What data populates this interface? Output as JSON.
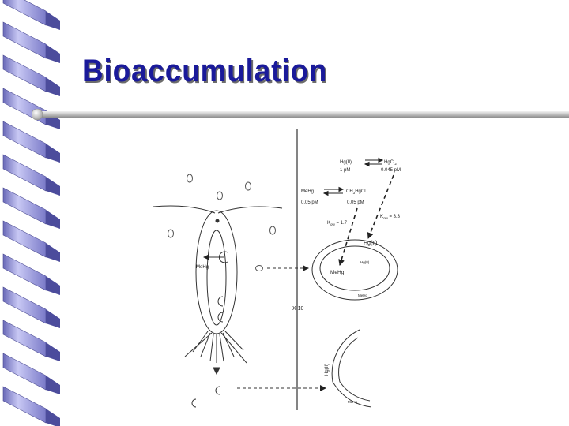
{
  "slide": {
    "title": "Bioaccumulation"
  },
  "diagram": {
    "species": {
      "hg2": "Hg(II)",
      "hg2_conc": "1 pM",
      "hgcl2": "HgCl",
      "hgcl2_sub": "2",
      "hgcl2_conc": "0.045 pM",
      "mehg": "MeHg",
      "mehg_conc": "0.05 pM",
      "ch3hgcl_a": "CH",
      "ch3hgcl_sub": "3",
      "ch3hgcl_b": "HgCl",
      "ch3hgcl_conc": "0.05 pM"
    },
    "kow": {
      "k1": "K",
      "k1_sub": "ow",
      "k1_val": " = 1.7",
      "k2": "K",
      "k2_sub": "ow",
      "k2_val": " = 3.3"
    },
    "cell": {
      "outer_label": "Hg(II)",
      "inner_small": "Hg(II)",
      "inner_mehg": "MeHg",
      "bottom_mehg": "MeHg"
    },
    "zoop_label": "MeHg",
    "magnification": "X 10",
    "membrane": {
      "hg_label": "Hg(II)",
      "mehg_label": "MeHg"
    }
  }
}
